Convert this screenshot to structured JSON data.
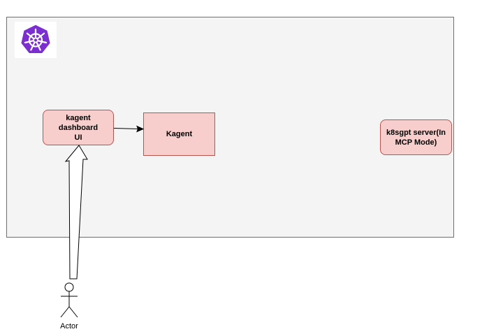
{
  "diagram": {
    "nodes": {
      "dashboard": {
        "label": "kagent dashboard\nUI"
      },
      "kagent": {
        "label": "Kagent"
      },
      "k8sgpt": {
        "label": "k8sgpt server(In\nMCP Mode)"
      }
    },
    "actor": {
      "label": "Actor"
    },
    "icons": {
      "logo": "kubernetes-logo-icon"
    },
    "colors": {
      "node_fill": "#f8cecc",
      "node_stroke": "#b85450",
      "cluster_fill": "#f4f4f4",
      "cluster_stroke": "#6f6f6f",
      "logo_purple": "#7b2fd0"
    },
    "edges": [
      {
        "from": "dashboard",
        "to": "kagent",
        "style": "arrow"
      },
      {
        "from": "actor",
        "to": "dashboard",
        "style": "hollow-shape-arrow"
      }
    ]
  }
}
